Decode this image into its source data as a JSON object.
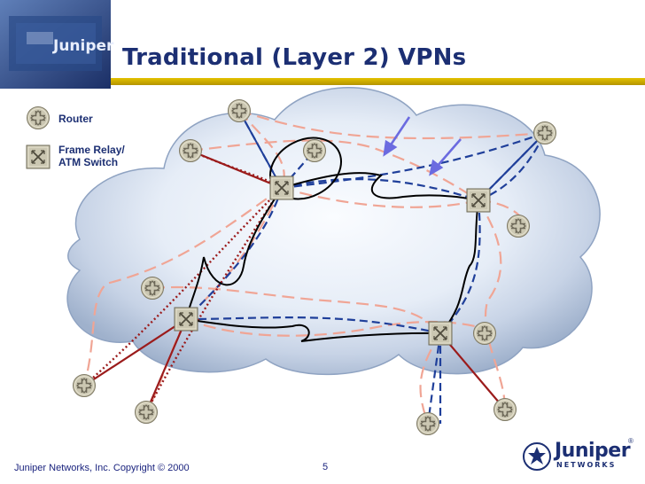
{
  "slide": {
    "title": "Traditional (Layer 2) VPNs",
    "footer": "Juniper Networks, Inc. Copyright © 2000",
    "page_number": "5"
  },
  "legend": {
    "router_label": "Router",
    "switch_label_line1": "Frame Relay/",
    "switch_label_line2": "ATM Switch"
  },
  "branding": {
    "corner_logo_text": "Juniper",
    "logo_word": "Juniper",
    "logo_sub": "NETWORKS",
    "logo_reg": "®"
  },
  "colors": {
    "title": "#1c2f73",
    "cloud_mid": "#c7d3e6",
    "line_black": "#000000",
    "line_blue_dashed": "#1f3f9a",
    "line_salmon_dashed": "#f0a595",
    "line_darkred": "#9b1b1b",
    "arrow": "#6b6be0",
    "device_fill": "#cbc7b2"
  }
}
